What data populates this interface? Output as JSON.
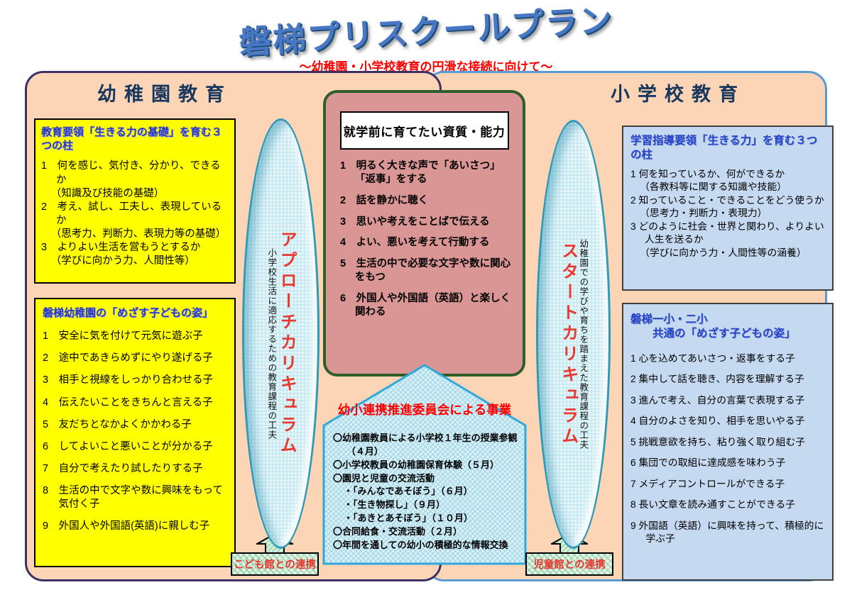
{
  "palette": {
    "panel_bg": "#FBD5B5",
    "left_panel_border": "#3C3162",
    "right_panel_border": "#5B9BD5",
    "yellow_box": "#FFFF00",
    "pink_box": "#D99694",
    "pink_border": "#2F5E2B",
    "blue_box": "#C5D9F1",
    "ellipse_fill": "#CBEBF3",
    "ellipse_border": "#2E9AB8",
    "arrow_fill": "#BCE4F0",
    "arrow_border": "#2FA8DC",
    "green_fill": "#E3F4E6",
    "red_text": "#FF0000",
    "title_blue": "#4878C4",
    "box_title_blue": "#2B36C0",
    "header_navy": "#17375E"
  },
  "header": {
    "title": "磐梯プリスクールプラン",
    "subtitle": "～幼稚園・小学校教育の円滑な接続に向けて～"
  },
  "kindergarten": {
    "header": "幼稚園教育",
    "pillars": {
      "title": "教育要領「生きる力の基礎」を育む３つの柱",
      "lines": [
        {
          "text": "1　何を感じ、気付き、分かり、できるか",
          "cls": "num"
        },
        {
          "text": "（知識及び技能の基礎）",
          "cls": "sub"
        },
        {
          "text": "2　考え、試し、工夫し、表現しているか",
          "cls": "num"
        },
        {
          "text": "（思考力、判断力、表現力等の基礎）",
          "cls": "sub"
        },
        {
          "text": "3　よりよい生活を営もうとするか",
          "cls": "num"
        },
        {
          "text": "（学びに向かう力、人間性等）",
          "cls": "sub"
        }
      ]
    },
    "goals": {
      "title": "磐梯幼稚園の「めざす子どもの姿」",
      "lines": [
        {
          "text": "1　安全に気を付けて元気に遊ぶ子",
          "cls": "goal"
        },
        {
          "text": "2　途中であきらめずにやり遂げる子",
          "cls": "goal"
        },
        {
          "text": "3　相手と視線をしっかり合わせる子",
          "cls": "goal"
        },
        {
          "text": "4　伝えたいことをきちんと言える子",
          "cls": "goal"
        },
        {
          "text": "5　友だちとなかよくかかわる子",
          "cls": "goal"
        },
        {
          "text": "6　してよいこと悪いことが分かる子",
          "cls": "goal"
        },
        {
          "text": "7　自分で考えたり試したりする子",
          "cls": "goal"
        },
        {
          "text": "8　生活の中で文字や数に興味をもって気付く子",
          "cls": "goal"
        },
        {
          "text": "9　外国人や外国語(英語)に親しむ子",
          "cls": "goal"
        }
      ]
    },
    "curriculum": {
      "main": "アプローチカリキュラム",
      "sub": "小学校生活に適応するための教育課程の工夫"
    },
    "connector": "こども館との連携"
  },
  "elementary": {
    "header": "小学校教育",
    "pillars": {
      "title": "学習指導要領「生きる力」を育む３つの柱",
      "lines": [
        {
          "text": "1 何を知っているか、何ができるか",
          "cls": "num"
        },
        {
          "text": "（各教科等に関する知識や技能）",
          "cls": "sub"
        },
        {
          "text": "2 知っていること・できることをどう使うか",
          "cls": "num"
        },
        {
          "text": "（思考力・判断力・表現力）",
          "cls": "sub"
        },
        {
          "text": "3 どのように社会・世界と関わり、よりよい人生を送るか",
          "cls": "num"
        },
        {
          "text": "（学びに向かう力・人間性等の涵養）",
          "cls": "sub"
        }
      ]
    },
    "goals": {
      "title_line1": "磐梯一小・二小",
      "title_line2": "共通の「めざす子どもの姿」",
      "lines": [
        {
          "text": "1 心を込めてあいさつ・返事をする子",
          "cls": "goal"
        },
        {
          "text": "2 集中して話を聴き、内容を理解する子",
          "cls": "goal"
        },
        {
          "text": "3 進んで考え、自分の言葉で表現する子",
          "cls": "goal"
        },
        {
          "text": "4 自分のよさを知り、相手を思いやる子",
          "cls": "goal"
        },
        {
          "text": "5 挑戦意欲を持ち、粘り強く取り組む子",
          "cls": "goal"
        },
        {
          "text": "6 集団での取組に達成感を味わう子",
          "cls": "goal"
        },
        {
          "text": "7 メディアコントロールができる子",
          "cls": "goal"
        },
        {
          "text": "8 長い文章を読み通すことができる子",
          "cls": "goal"
        },
        {
          "text": "9 外国語（英語）に興味を持って、積極的に学ぶ子",
          "cls": "goal"
        }
      ]
    },
    "curriculum": {
      "main": "スタートカリキュラム",
      "sub": "幼稚園での学びや育ちを踏まえた教育課程の工夫"
    },
    "connector": "児童館との連携"
  },
  "center": {
    "qualities": {
      "title": "就学前に育てたい資質・能力",
      "lines": [
        {
          "text": "1　明るく大きな声で「あいさつ」「返事」をする",
          "cls": "num"
        },
        {
          "text": "2　話を静かに聴く",
          "cls": "num"
        },
        {
          "text": "3　思いや考えをことばで伝える",
          "cls": "num"
        },
        {
          "text": "4　よい、悪いを考えて行動する",
          "cls": "num"
        },
        {
          "text": "5　生活の中で必要な文字や数に関心をもつ",
          "cls": "num"
        },
        {
          "text": "6　外国人や外国語（英語）と楽しく関わる",
          "cls": "num"
        }
      ]
    },
    "committee": {
      "title": "幼小連携推進委員会による事業",
      "lines": [
        {
          "text": "〇幼稚園教員による小学校１年生の授業参観（４月）",
          "cls": "num"
        },
        {
          "text": "〇小学校教員の幼稚園保育体験（５月）",
          "cls": "num"
        },
        {
          "text": "〇園児と児童の交流活動",
          "cls": "num"
        },
        {
          "text": "・「みんなであそぼう」（６月）",
          "cls": "bullet"
        },
        {
          "text": "・「生き物探し」（９月）",
          "cls": "bullet"
        },
        {
          "text": "・「あきとあそぼう」（１０月）",
          "cls": "bullet"
        },
        {
          "text": "〇合同給食・交流活動（２月）",
          "cls": "num"
        },
        {
          "text": "〇年間を通しての幼小の積極的な情報交換",
          "cls": "num"
        }
      ]
    }
  }
}
